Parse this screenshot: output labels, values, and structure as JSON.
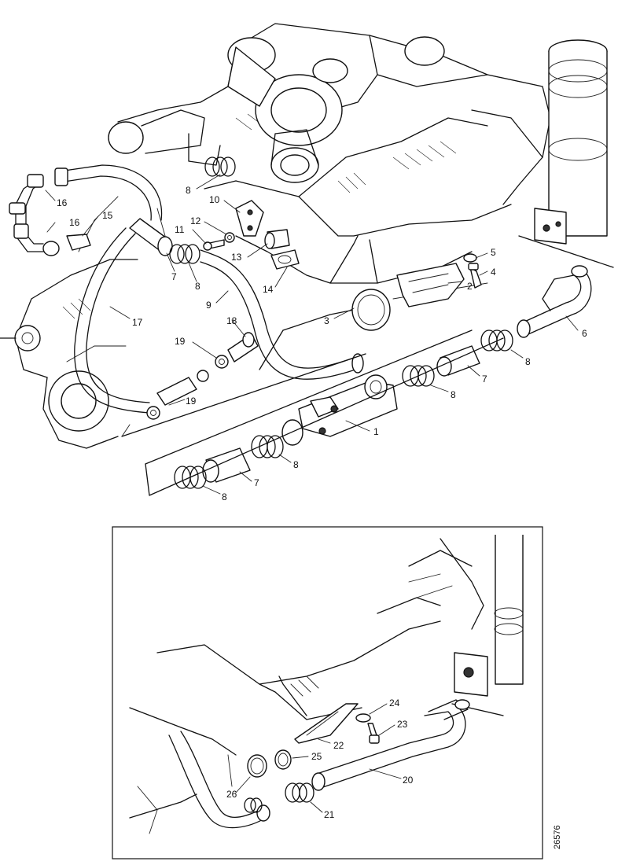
{
  "main_view": {
    "callouts": [
      {
        "id": "c16a",
        "text": "16"
      },
      {
        "id": "c16b",
        "text": "16"
      },
      {
        "id": "c15",
        "text": "15"
      },
      {
        "id": "c8a",
        "text": "8"
      },
      {
        "id": "c10",
        "text": "10"
      },
      {
        "id": "c12",
        "text": "12"
      },
      {
        "id": "c11",
        "text": "11"
      },
      {
        "id": "c13",
        "text": "13"
      },
      {
        "id": "c7a",
        "text": "7"
      },
      {
        "id": "c8b",
        "text": "8"
      },
      {
        "id": "c5",
        "text": "5"
      },
      {
        "id": "c4",
        "text": "4"
      },
      {
        "id": "c14",
        "text": "14"
      },
      {
        "id": "c2",
        "text": "2"
      },
      {
        "id": "c9",
        "text": "9"
      },
      {
        "id": "c17",
        "text": "17"
      },
      {
        "id": "c18",
        "text": "18"
      },
      {
        "id": "c3",
        "text": "3"
      },
      {
        "id": "c6",
        "text": "6"
      },
      {
        "id": "c19a",
        "text": "19"
      },
      {
        "id": "c8c",
        "text": "8"
      },
      {
        "id": "c7b",
        "text": "7"
      },
      {
        "id": "c8d",
        "text": "8"
      },
      {
        "id": "c19b",
        "text": "19"
      },
      {
        "id": "c1",
        "text": "1"
      },
      {
        "id": "c8e",
        "text": "8"
      },
      {
        "id": "c7c",
        "text": "7"
      },
      {
        "id": "c8f",
        "text": "8"
      }
    ]
  },
  "inset_view": {
    "callouts": [
      {
        "id": "i24",
        "text": "24"
      },
      {
        "id": "i23",
        "text": "23"
      },
      {
        "id": "i22",
        "text": "22"
      },
      {
        "id": "i25",
        "text": "25"
      },
      {
        "id": "i20",
        "text": "20"
      },
      {
        "id": "i26",
        "text": "26"
      },
      {
        "id": "i21",
        "text": "21"
      }
    ]
  },
  "figure_reference": "26576"
}
